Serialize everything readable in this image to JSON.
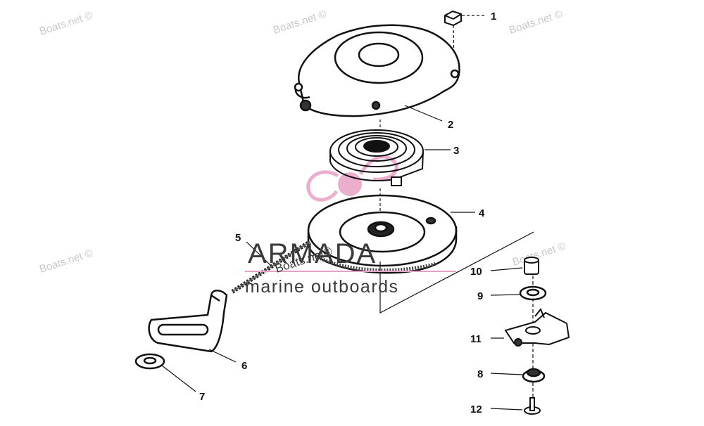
{
  "diagram": {
    "callouts": [
      "1",
      "2",
      "3",
      "4",
      "5",
      "6",
      "7",
      "8",
      "9",
      "10",
      "11",
      "12"
    ],
    "watermark_text": "Boats.net ©",
    "watermark_small": "Boats.net©"
  },
  "brand": {
    "name": "ARMADA",
    "tagline": "marine outboards",
    "accent_color": "#e8a0c4"
  }
}
